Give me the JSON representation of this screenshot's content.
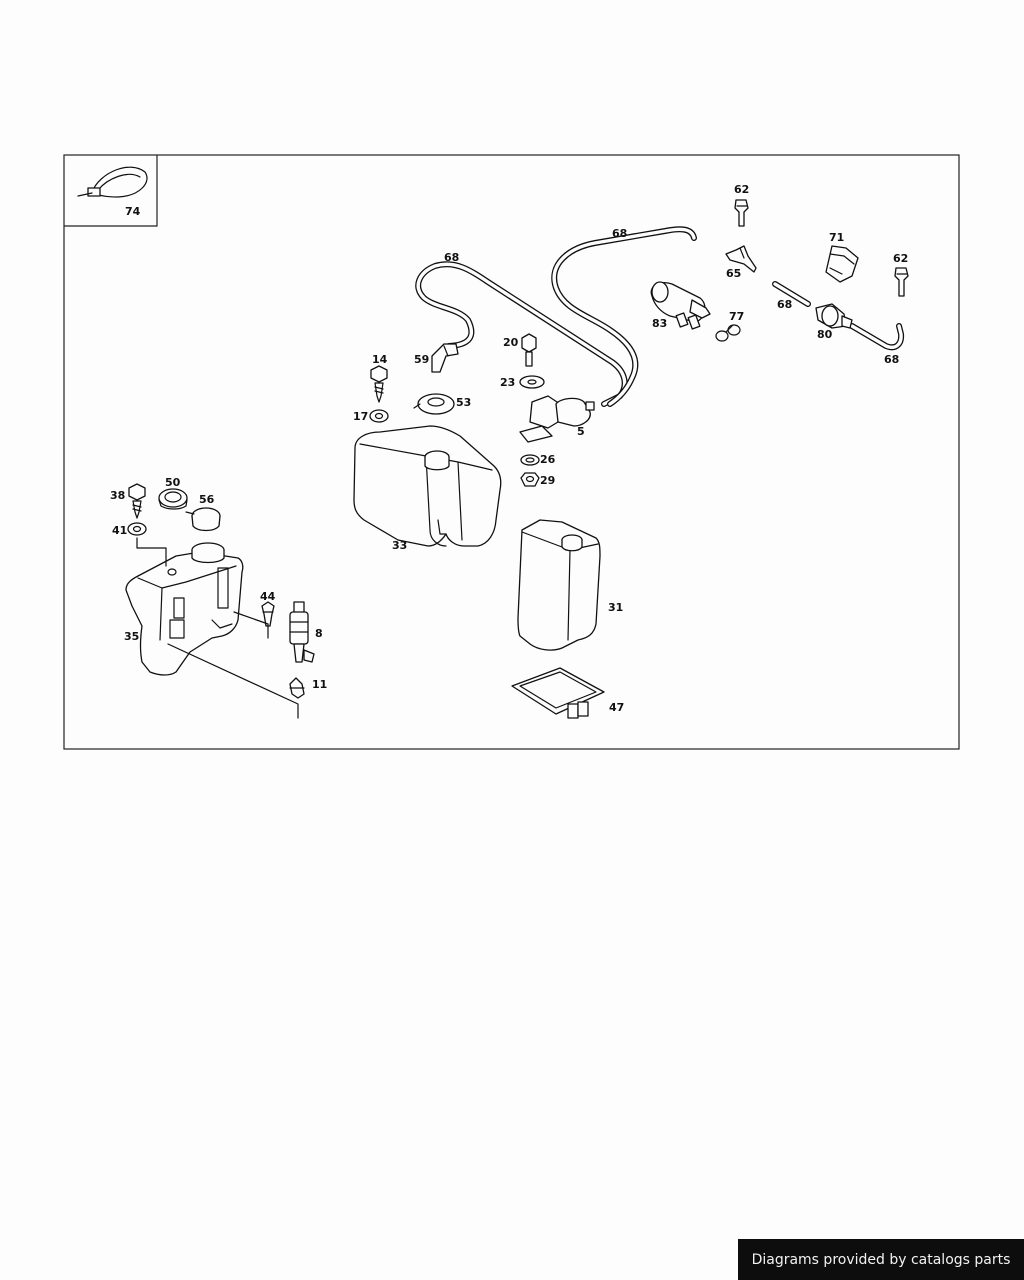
{
  "diagram": {
    "labels": {
      "p74": "74",
      "p62a": "62",
      "p68a": "68",
      "p68b": "68",
      "p65": "65",
      "p71": "71",
      "p62b": "62",
      "p68c": "68",
      "p83": "83",
      "p77": "77",
      "p80": "80",
      "p68d": "68",
      "p14": "14",
      "p59": "59",
      "p20": "20",
      "p23": "23",
      "p17": "17",
      "p53": "53",
      "p5": "5",
      "p26": "26",
      "p29": "29",
      "p33": "33",
      "p38": "38",
      "p50": "50",
      "p56": "56",
      "p41": "41",
      "p31": "31",
      "p44": "44",
      "p8": "8",
      "p35": "35",
      "p11": "11",
      "p47": "47"
    }
  },
  "footer": {
    "text": "Diagrams provided by catalogs parts"
  }
}
